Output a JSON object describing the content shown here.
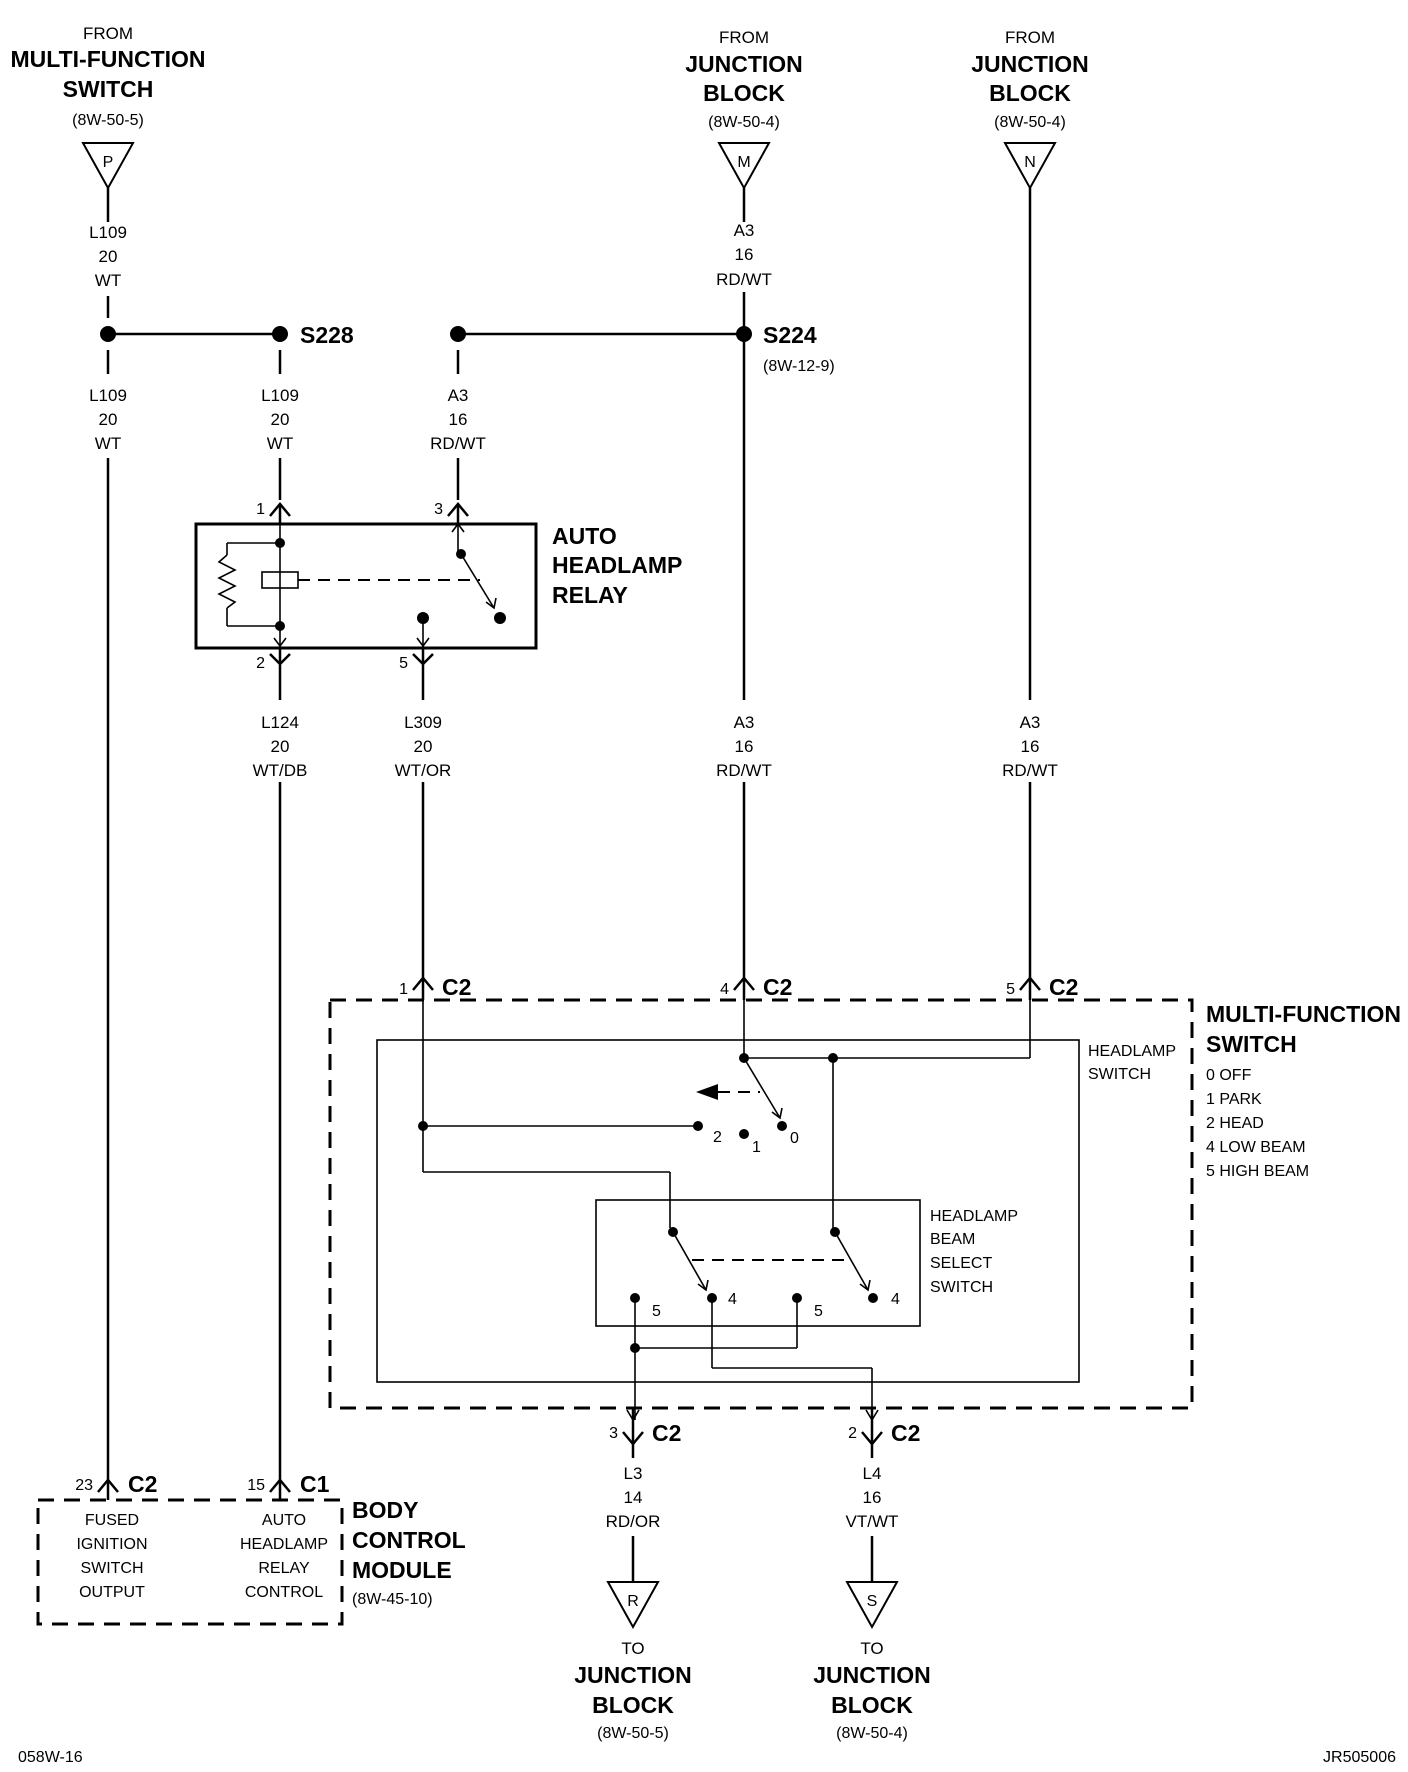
{
  "sources": {
    "p": {
      "from": "FROM",
      "name1": "MULTI-FUNCTION",
      "name2": "SWITCH",
      "ref": "(8W-50-5)",
      "id": "P"
    },
    "m": {
      "from": "FROM",
      "name1": "JUNCTION",
      "name2": "BLOCK",
      "ref": "(8W-50-4)",
      "id": "M"
    },
    "n": {
      "from": "FROM",
      "name1": "JUNCTION",
      "name2": "BLOCK",
      "ref": "(8W-50-4)",
      "id": "N"
    }
  },
  "wires": {
    "l109_top": {
      "circuit": "L109",
      "gauge": "20",
      "color": "WT"
    },
    "a3_top": {
      "circuit": "A3",
      "gauge": "16",
      "color": "RD/WT"
    },
    "l109_left": {
      "circuit": "L109",
      "gauge": "20",
      "color": "WT"
    },
    "l109_relay": {
      "circuit": "L109",
      "gauge": "20",
      "color": "WT"
    },
    "a3_relay": {
      "circuit": "A3",
      "gauge": "16",
      "color": "RD/WT"
    },
    "l124": {
      "circuit": "L124",
      "gauge": "20",
      "color": "WT/DB"
    },
    "l309": {
      "circuit": "L309",
      "gauge": "20",
      "color": "WT/OR"
    },
    "a3_mid": {
      "circuit": "A3",
      "gauge": "16",
      "color": "RD/WT"
    },
    "a3_right": {
      "circuit": "A3",
      "gauge": "16",
      "color": "RD/WT"
    },
    "l3": {
      "circuit": "L3",
      "gauge": "14",
      "color": "RD/OR"
    },
    "l4": {
      "circuit": "L4",
      "gauge": "16",
      "color": "VT/WT"
    }
  },
  "splices": {
    "s228": {
      "id": "S228"
    },
    "s224": {
      "id": "S224",
      "ref": "(8W-12-9)"
    }
  },
  "relay": {
    "name1": "AUTO",
    "name2": "HEADLAMP",
    "name3": "RELAY",
    "pins": {
      "p1": "1",
      "p2": "2",
      "p3": "3",
      "p5": "5"
    }
  },
  "mfs": {
    "name1": "MULTI-FUNCTION",
    "name2": "SWITCH",
    "connector": "C2",
    "pins": {
      "p1": "1",
      "p4": "4",
      "p5": "5",
      "p3": "3",
      "p2": "2"
    },
    "headlamp_switch": {
      "label1": "HEADLAMP",
      "label2": "SWITCH",
      "pos2": "2",
      "pos1": "1",
      "pos0": "0"
    },
    "positions": [
      "0 OFF",
      "1 PARK",
      "2 HEAD",
      "4 LOW BEAM",
      "5 HIGH BEAM"
    ],
    "beam_select": {
      "label1": "HEADLAMP",
      "label2": "BEAM",
      "label3": "SELECT",
      "label4": "SWITCH",
      "pos5a": "5",
      "pos4a": "4",
      "pos5b": "5",
      "pos4b": "4"
    }
  },
  "bcm": {
    "name1": "BODY",
    "name2": "CONTROL",
    "name3": "MODULE",
    "ref": "(8W-45-10)",
    "left": {
      "pin": "23",
      "conn": "C2",
      "l1": "FUSED",
      "l2": "IGNITION",
      "l3": "SWITCH",
      "l4": "OUTPUT"
    },
    "right": {
      "pin": "15",
      "conn": "C1",
      "l1": "AUTO",
      "l2": "HEADLAMP",
      "l3": "RELAY",
      "l4": "CONTROL"
    }
  },
  "dests": {
    "r": {
      "id": "R",
      "to": "TO",
      "name1": "JUNCTION",
      "name2": "BLOCK",
      "ref": "(8W-50-5)"
    },
    "s": {
      "id": "S",
      "to": "TO",
      "name1": "JUNCTION",
      "name2": "BLOCK",
      "ref": "(8W-50-4)"
    }
  },
  "footer": {
    "left": "058W-16",
    "right": "JR505006"
  }
}
